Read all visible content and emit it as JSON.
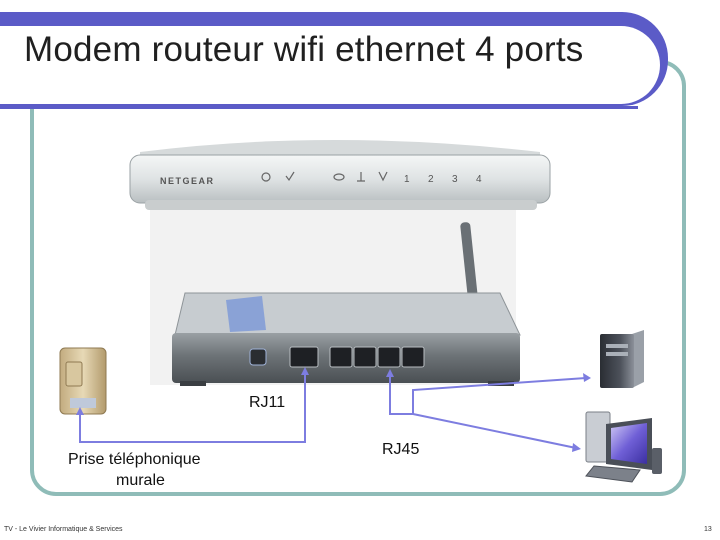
{
  "title": "Modem routeur wifi ethernet 4 ports",
  "device_brand": "NETGEAR",
  "front_indicators": [
    "1",
    "2",
    "3",
    "4"
  ],
  "labels": {
    "rj11": "RJ11",
    "rj45": "RJ45",
    "wall_socket_line1": "Prise téléphonique",
    "wall_socket_line2": "murale"
  },
  "footer": {
    "left": "TV - Le Vivier Informatique & Services",
    "page_number": "13"
  },
  "colors": {
    "banner": "#5b5bc7",
    "frame": "#8fbcb8",
    "connector_line": "#7d7de0"
  }
}
